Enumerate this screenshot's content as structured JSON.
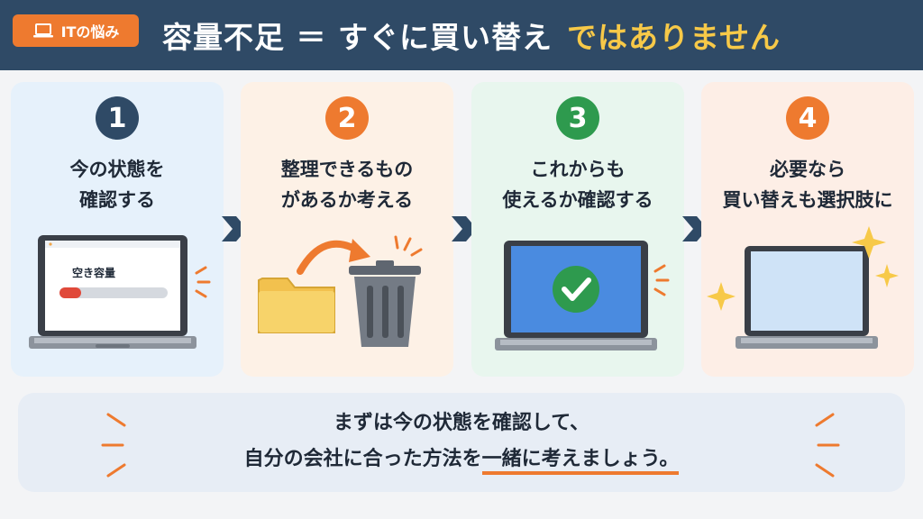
{
  "header": {
    "tag_label": "ITの悩み",
    "title_main": "容量不足 ＝ すぐに買い替え",
    "title_highlight": "ではありません"
  },
  "steps": [
    {
      "number": "1",
      "lines": [
        "今の状態を",
        "確認する"
      ],
      "screen_label": "空き容量",
      "storage_used_fraction": 0.2
    },
    {
      "number": "2",
      "lines": [
        "整理できるもの",
        "があるか考える"
      ]
    },
    {
      "number": "3",
      "lines": [
        "これからも",
        "使えるか確認する"
      ]
    },
    {
      "number": "4",
      "lines": [
        "必要なら",
        "買い替えも選択肢に"
      ]
    }
  ],
  "message": {
    "line1": "まずは今の状態を確認して、",
    "line2_before": "自分の会社に合った方法を",
    "line2_underlined": "一緒に考えましょう。"
  },
  "colors": {
    "header_bg": "#2f4a66",
    "accent_orange": "#ee7a2f",
    "accent_yellow": "#f7c948",
    "success_green": "#2e9a4e",
    "storage_bar_fill": "#e0493a"
  }
}
